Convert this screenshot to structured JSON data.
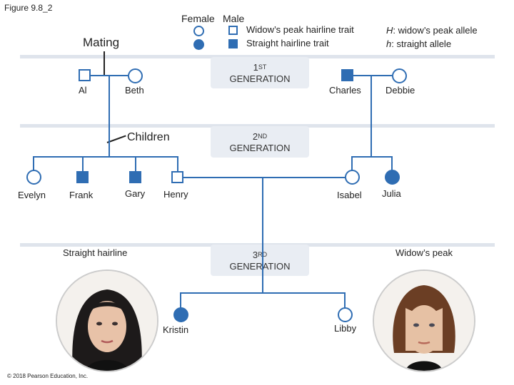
{
  "figure_label": "Figure 9.8_2",
  "copyright": "© 2018 Pearson Education, Inc.",
  "legend": {
    "female_header": "Female",
    "male_header": "Male",
    "widows_peak_trait": "Widow’s peak hairline trait",
    "straight_trait": "Straight hairline trait",
    "allele_H_symbol": "H",
    "allele_H_text": ": widow’s peak allele",
    "allele_h_symbol": "h",
    "allele_h_text": ": straight allele"
  },
  "annotations": {
    "mating": "Mating",
    "children": "Children",
    "straight_hairline": "Straight hairline",
    "widows_peak": "Widow’s peak"
  },
  "generations": [
    {
      "number": "1",
      "suffix": "ST",
      "label": "GENERATION"
    },
    {
      "number": "2",
      "suffix": "ND",
      "label": "GENERATION"
    },
    {
      "number": "3",
      "suffix": "RD",
      "label": "GENERATION"
    }
  ],
  "people": {
    "al": "Al",
    "beth": "Beth",
    "charles": "Charles",
    "debbie": "Debbie",
    "evelyn": "Evelyn",
    "frank": "Frank",
    "gary": "Gary",
    "henry": "Henry",
    "isabel": "Isabel",
    "julia": "Julia",
    "kristin": "Kristin",
    "libby": "Libby"
  },
  "colors": {
    "affected": "#2f6db3",
    "band": "#dfe4ec"
  }
}
